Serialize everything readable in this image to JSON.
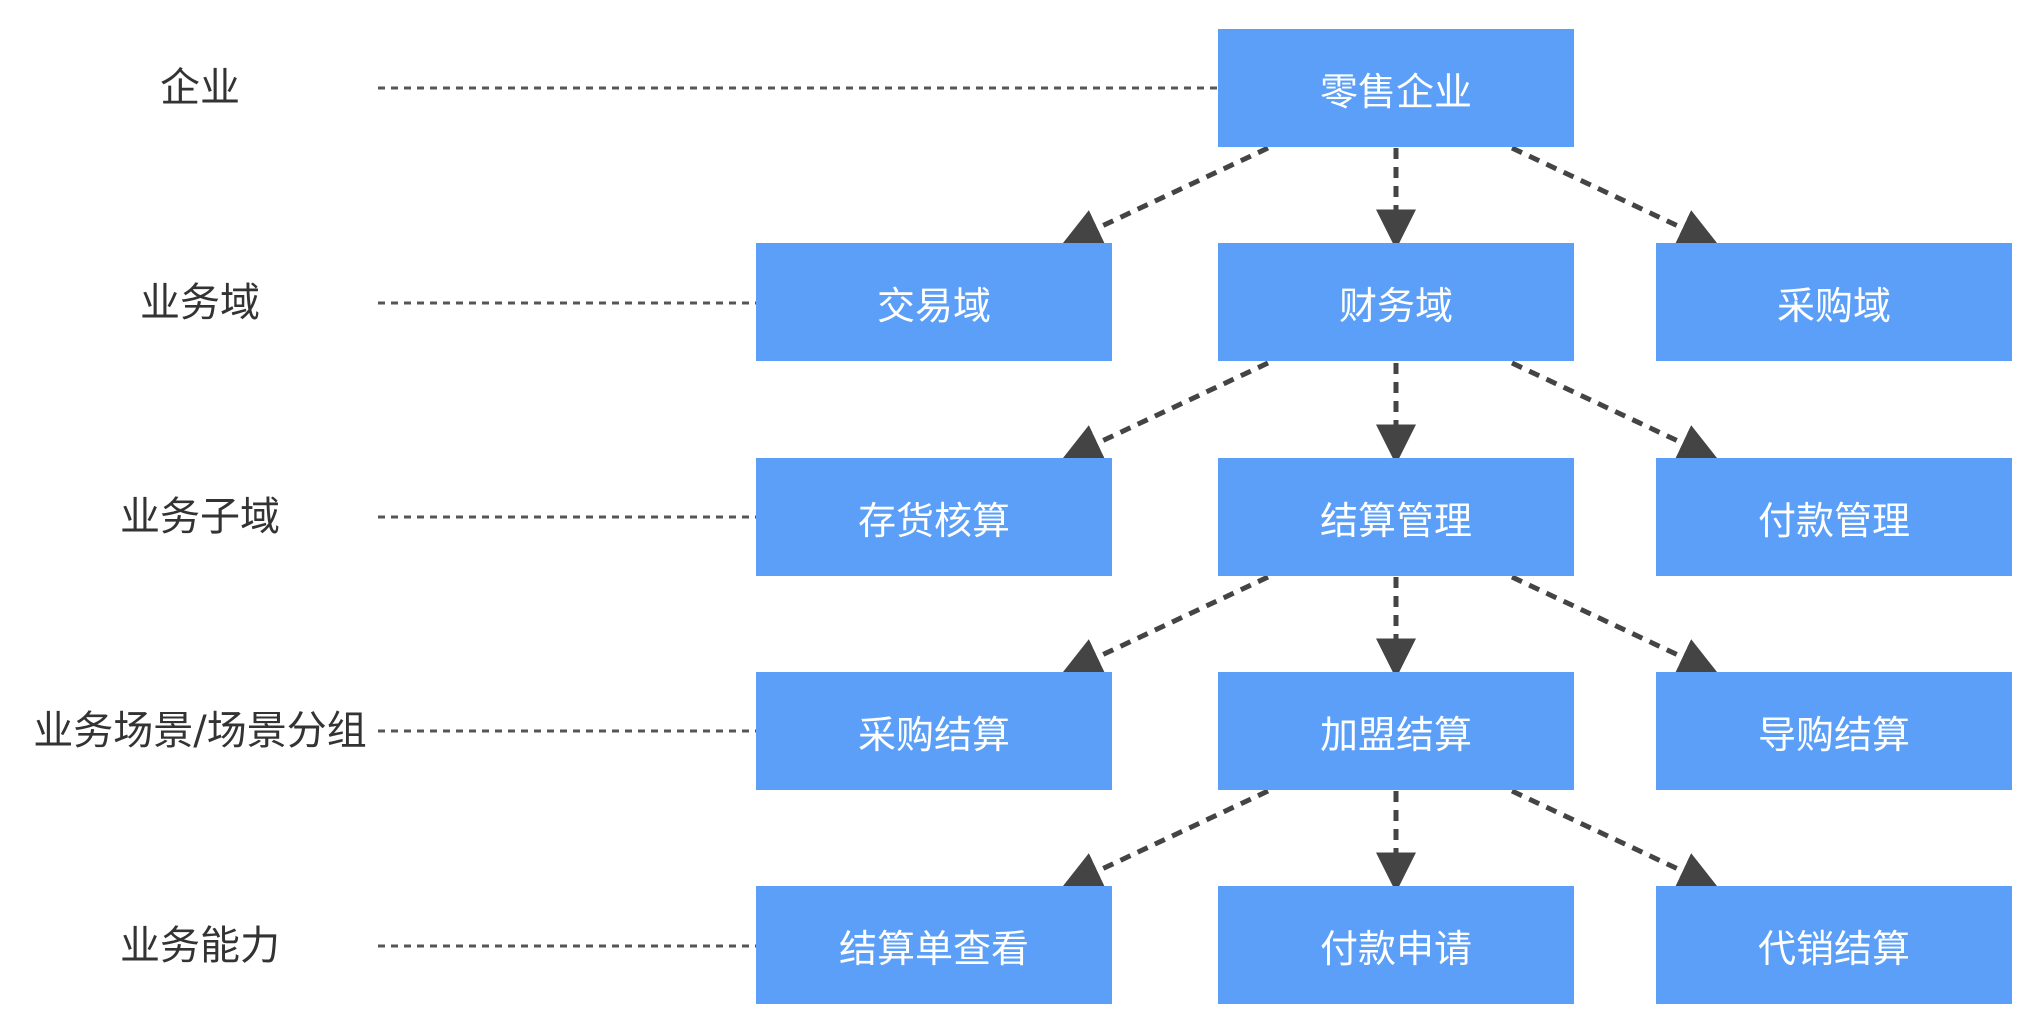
{
  "levels": [
    "企业",
    "业务域",
    "业务子域",
    "业务场景/场景分组",
    "业务能力"
  ],
  "nodes": {
    "enterprise": "零售企业",
    "domains": [
      "交易域",
      "财务域",
      "采购域"
    ],
    "subdomains": [
      "存货核算",
      "结算管理",
      "付款管理"
    ],
    "scenarios": [
      "采购结算",
      "加盟结算",
      "导购结算"
    ],
    "capabilities": [
      "结算单查看",
      "付款申请",
      "代销结算"
    ]
  },
  "colors": {
    "node_fill": "#5b9ff9",
    "node_text": "#ffffff",
    "label_text": "#333333",
    "connector": "#444444"
  }
}
